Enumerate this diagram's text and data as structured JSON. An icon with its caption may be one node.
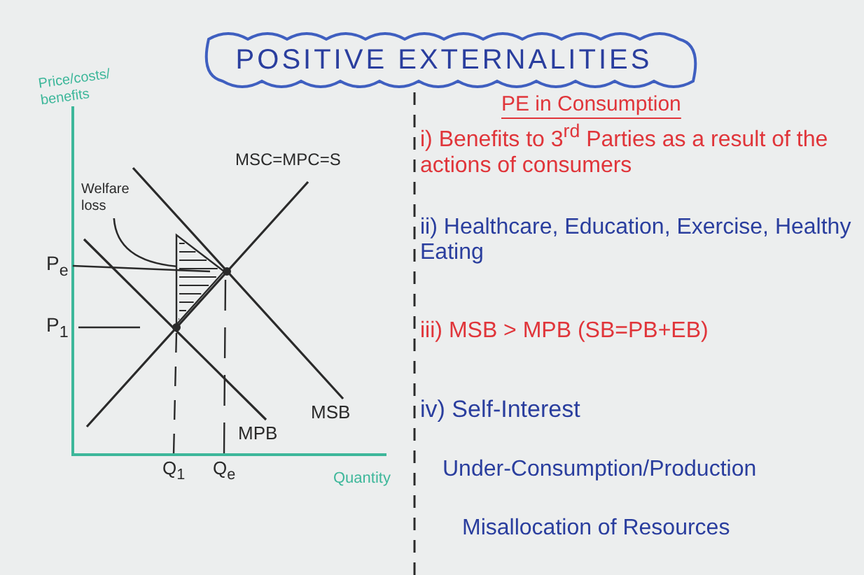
{
  "diagram": {
    "title": "POSITIVE EXTERNALITIES",
    "nodes": [
      {
        "text": [
          "Welfare loss"
        ]
      },
      {
        "text": [],
        "shape": "triangle"
      }
    ],
    "edges": [
      {
        "from": 0,
        "to": 1,
        "arrow": "none"
      }
    ],
    "labels": [
      "Price/costs/ benefits",
      "MSC=MPC=S",
      "P$_{e}$",
      "P$_{1}$",
      "MSB",
      "MPB",
      "Q$_{1}$",
      "Q$_{e}$",
      "Quantity",
      "PE in Consumption",
      "i) Benefits to 3$^{rd}$ Parties as a result of the actions of consumers",
      "ii) Healthcare, Education, Exercise, Healthy Eating",
      "iii) MSB > MPB (SB=PB+EB)",
      "iv) Self-Interest",
      "Under-Consumption/Production",
      "Misallocation of Resources"
    ]
  }
}
